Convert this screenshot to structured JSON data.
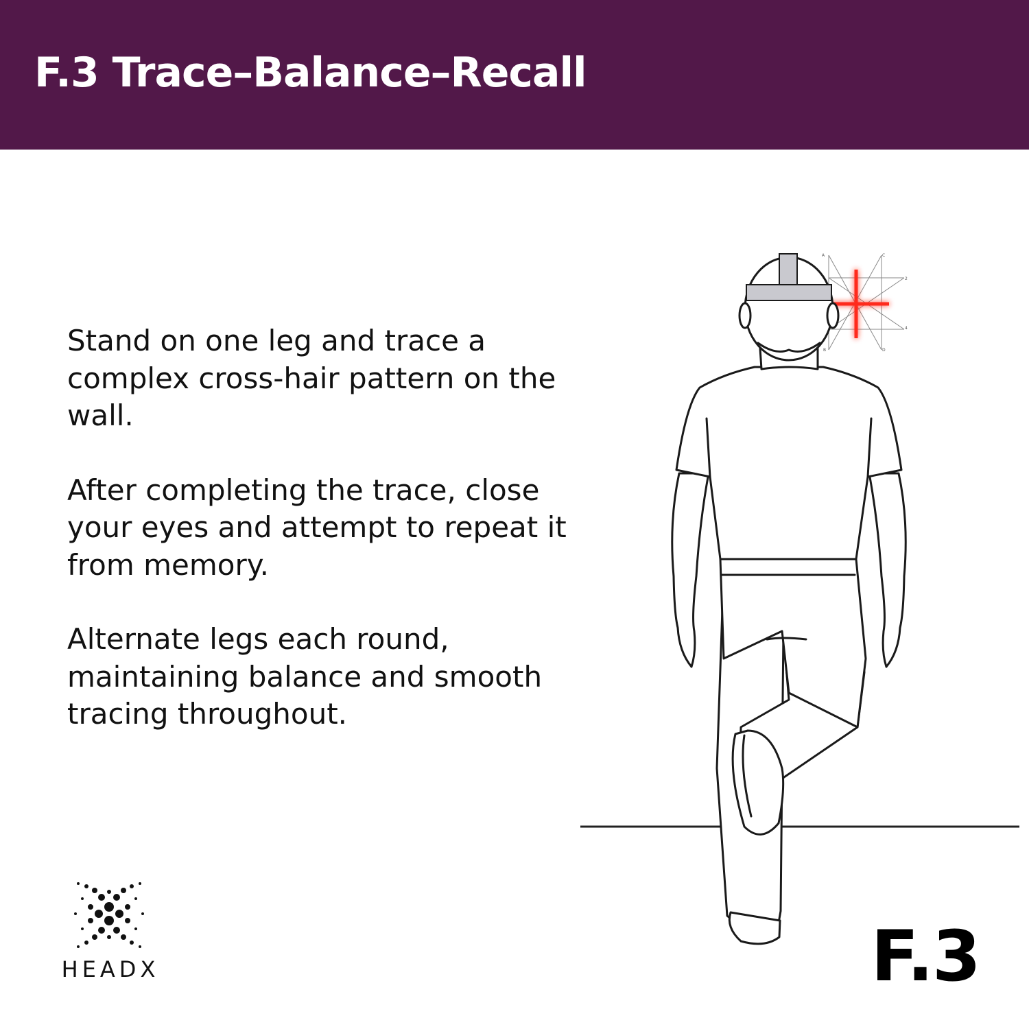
{
  "header": {
    "title": "F.3 Trace–Balance–Recall",
    "background_color": "#521849"
  },
  "instructions": [
    "Stand on one leg and trace a complex cross-hair pattern on the wall.",
    "After completing the trace, close your eyes and attempt to repeat it from memory.",
    "Alternate legs each round, maintaining balance and smooth tracing throughout."
  ],
  "illustration": {
    "icon": "balancing-person-illustration",
    "crosshair_color": "#ff2a1a",
    "pattern_labels": [
      "A",
      "C",
      "2",
      "4",
      "B",
      "D"
    ]
  },
  "logo": {
    "text": "HEADX",
    "icon": "dotted-x-logo-icon"
  },
  "badge": {
    "code": "F.3"
  }
}
